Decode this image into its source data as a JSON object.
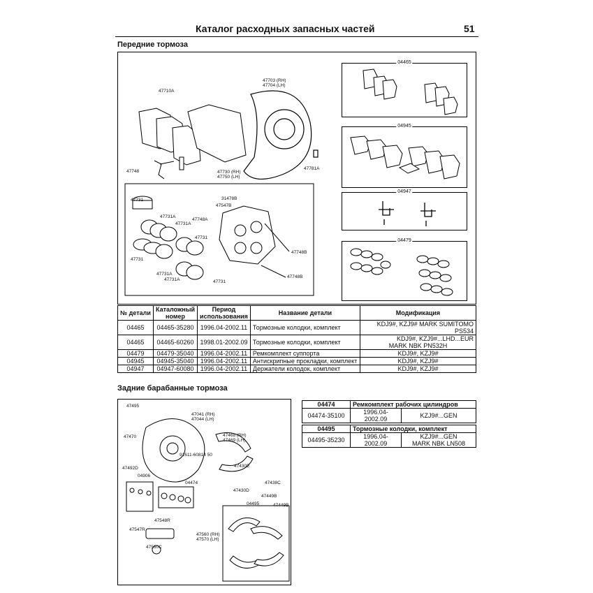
{
  "header": {
    "title": "Каталог расходных запасных частей",
    "page_number": "51"
  },
  "front": {
    "title": "Передние тормоза",
    "labels": {
      "l47710A": "47710A",
      "l47703": "47703 (RH)",
      "l47704": "47704 (LH)",
      "l47748": "47748",
      "l47730": "47730 (RH)",
      "l47750": "47750 (LH)",
      "l47781A": "47781A",
      "l47731a": "47731",
      "l31478B": "31478B",
      "l47547B": "47547B",
      "l47731A1": "47731A",
      "l47731A2": "47731A",
      "l47748A": "47748A",
      "l47731b": "47731",
      "l47731c": "47731",
      "l47731A3": "47731A",
      "l47731A4": "47731A",
      "l47731d": "47731",
      "l47748B": "47748B",
      "l47748Bb": "47748B"
    },
    "kits": [
      {
        "code": "04465"
      },
      {
        "code": "04945"
      },
      {
        "code": "04947"
      },
      {
        "code": "04479"
      }
    ],
    "table": {
      "headers": [
        "№ детали",
        "Каталожный номер",
        "Период использования",
        "Название детали",
        "Модификация"
      ],
      "rows": [
        {
          "part_no": "04465",
          "catalog": "04465-35280",
          "period": "1996.04-2002.11",
          "name": "Тормозные колодки, комплект",
          "mod1": "KDJ9#, KZJ9# MARK SUMITOMO PS534",
          "mod2": ""
        },
        {
          "part_no": "04465",
          "catalog": "04465-60260",
          "period": "1998.01-2002.09",
          "name": "Тормозные колодки, комплект",
          "mod1": "KDJ9#, KZJ9#...LHD...EUR",
          "mod2": "MARK NBK PN532H"
        },
        {
          "part_no": "04479",
          "catalog": "04479-35040",
          "period": "1996.04-2002.11",
          "name": "Ремкомплект суппорта",
          "mod1": "KDJ9#, KZJ9#",
          "mod2": ""
        },
        {
          "part_no": "04945",
          "catalog": "04945-35040",
          "period": "1996.04-2002.11",
          "name": "Антискрипные прокладки, комплект",
          "mod1": "KDJ9#, KZJ9#",
          "mod2": ""
        },
        {
          "part_no": "04947",
          "catalog": "04947-60080",
          "period": "1996.04-2002.11",
          "name": "Держатели колодок, комплект",
          "mod1": "KDJ9#, KZJ9#",
          "mod2": ""
        }
      ]
    }
  },
  "rear": {
    "title": "Задние барабанные тормоза",
    "labels": {
      "l47495": "47495",
      "l47041": "47041 (RH)",
      "l47044": "47044 (LH)",
      "l47470": "47470",
      "l47468": "47468 (RH)",
      "l47469": "47469 (LH)",
      "l91611": "91611-60814 50",
      "l47430E": "47430E",
      "l47492D": "47492D",
      "l04906": "04906",
      "l04474": "04474",
      "l47438C": "47438C",
      "l47430D": "47430D",
      "l47449B": "47449B",
      "l04495": "04495",
      "l47449Bb": "47449B",
      "l47548R": "47548R",
      "l47547R": "47547R",
      "l47560": "47560 (RH)",
      "l47570": "47570 (LH)",
      "l47560C": "47560C"
    },
    "kit_tables": [
      {
        "code": "04474",
        "name": "Ремкомплект рабочих цилиндров",
        "row": {
          "catalog": "04474-35100",
          "period": "1996.04-2002.09",
          "mod1": "KZJ9#...GEN",
          "mod2": ""
        }
      },
      {
        "code": "04495",
        "name": "Тормозные колодки, комплект",
        "row": {
          "catalog": "04495-35230",
          "period": "1996.04-2002.09",
          "mod1": "KZJ9#...GEN",
          "mod2": "MARK NBK LN508"
        }
      }
    ]
  }
}
